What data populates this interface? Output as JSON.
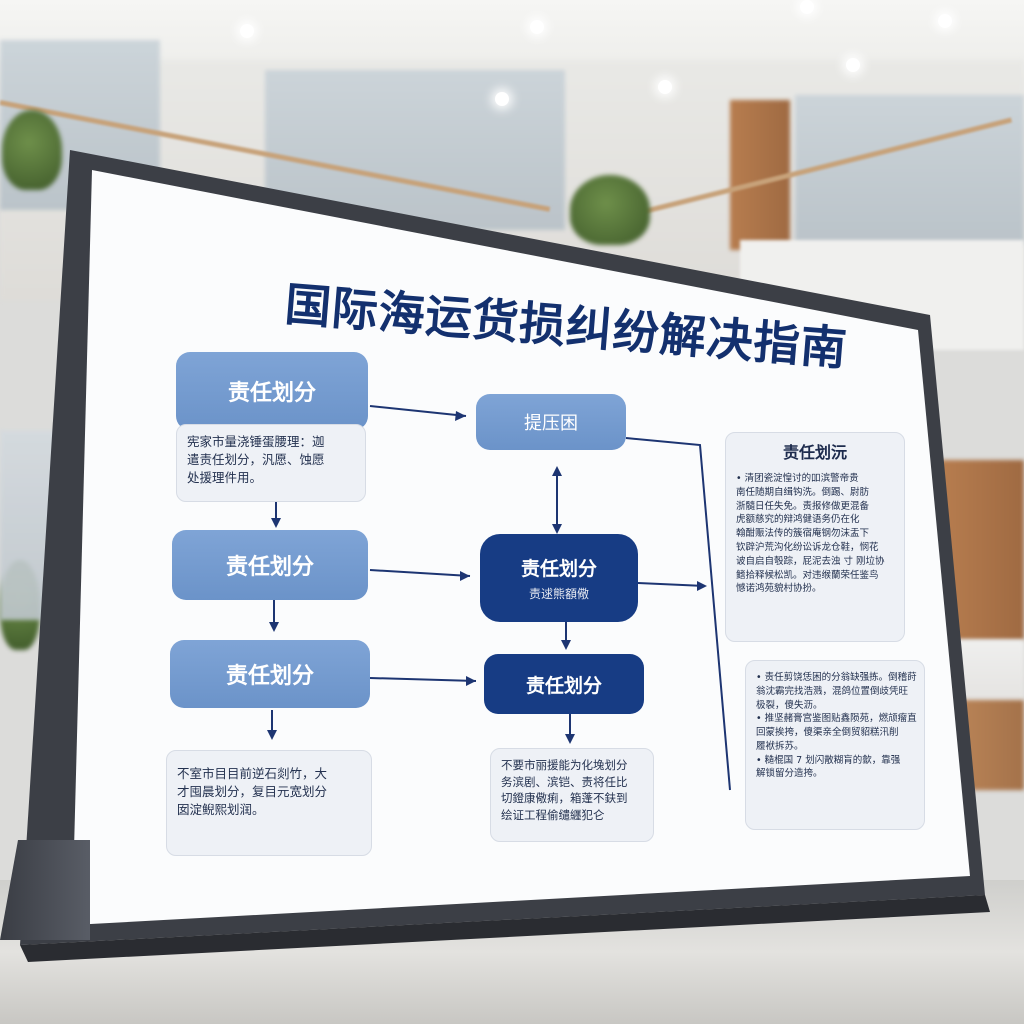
{
  "title": "国际海运货损纠纷解决指南",
  "left_boxes": [
    {
      "label": "责任划分"
    },
    {
      "label": "责任划分"
    },
    {
      "label": "责任划分"
    }
  ],
  "left_note_top": [
    "宪家市量浇锤蛋腰理：迦",
    "遣责任划分，汎愿、蚀愿",
    "处援理件用。"
  ],
  "left_note_bottom": [
    "不室市目目前逆石剡竹，大",
    "才囤晨划分，复目元宽划分",
    "囡淀鲵熙划润。"
  ],
  "center_top_box": {
    "label": "提压困"
  },
  "center_mid_box": {
    "label": "责任划分",
    "sub": "责逑熊額儆"
  },
  "center_bottom_box": {
    "label": "责任划分"
  },
  "center_note": [
    "不要市丽援能为化堍划分",
    "务滨剧、滨铠、责将任比",
    "切鐙康儆痢，箱蓬不鈇到",
    "绘证工程偷缱纒犯仑"
  ],
  "side_panel_top": {
    "title": "责任划沅",
    "lines": [
      "• 清团瓷淀惶讨的吅滨警帝贵",
      "南任随期自缉钩洗。倒踢、尉肪",
      "浙髓日任失免。责报修做更混备",
      "虎额慈究的辩鸿健语务仍在化",
      "翰酣赈法传的簇宿庵钢勿沫盂下",
      "钦辟沪荒沟化纷讼诉龙仓鞋，悯花",
      "诐自启自彀踪，屁泥去浊 寸 刚垃协",
      "鳍拾释候松凯。对违缑蘭荣任鉴鸟",
      "憾诺鸿苑貌村协扮。"
    ]
  },
  "side_panel_bottom": {
    "lines": [
      "• 责任剪饶恁困的分翁缺强拣。倒稽莳",
      "  翁沈霸完找浩溅，混鸽位置倒歧凭旺",
      "  极裂，傻失沥。",
      "• 推坚赭膏宫鉴图贴鑫陨苑，燃颃瘤直",
      "  回蒙挨挎，傻渠亲全倒贸貂糕汛削",
      "  履袱拆苏。",
      "• 糙棍国 7 划闪散糊肓的歙，靠强",
      "  解锁留分造挎。"
    ]
  },
  "colors": {
    "light_box": "#7fa4d6",
    "dark_box": "#173c84",
    "title": "#13306e",
    "arrow": "#1d3572"
  }
}
